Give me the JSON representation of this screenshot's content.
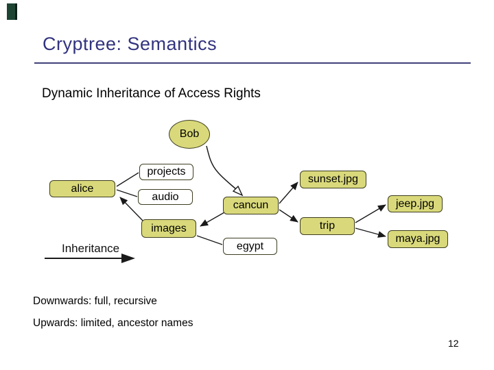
{
  "slide": {
    "title": "Cryptree: Semantics",
    "subtitle": "Dynamic Inheritance of Access Rights",
    "notes": [
      "Downwards: full, recursive",
      "Upwards: limited, ancestor names"
    ],
    "page_number": "12",
    "colors": {
      "title_text": "#32337f",
      "title_rule": "#40407a",
      "node_highlight_fill": "#d9d97b",
      "node_plain_fill": "#ffffff",
      "node_border": "#3d3d20",
      "edge_stroke": "#1a1a1a",
      "corner_tab": "#1e4433"
    }
  },
  "diagram": {
    "legend": {
      "label": "Inheritance"
    },
    "nodes": [
      {
        "id": "bob",
        "label": "Bob",
        "shape": "ellipse",
        "highlighted": true
      },
      {
        "id": "alice",
        "label": "alice",
        "shape": "rect",
        "highlighted": true
      },
      {
        "id": "projects",
        "label": "projects",
        "shape": "rect",
        "highlighted": false
      },
      {
        "id": "audio",
        "label": "audio",
        "shape": "rect",
        "highlighted": false
      },
      {
        "id": "images",
        "label": "images",
        "shape": "rect",
        "highlighted": true
      },
      {
        "id": "cancun",
        "label": "cancun",
        "shape": "rect",
        "highlighted": true
      },
      {
        "id": "egypt",
        "label": "egypt",
        "shape": "rect",
        "highlighted": false
      },
      {
        "id": "sunset",
        "label": "sunset.jpg",
        "shape": "rect",
        "highlighted": true
      },
      {
        "id": "trip",
        "label": "trip",
        "shape": "rect",
        "highlighted": true
      },
      {
        "id": "jeep",
        "label": "jeep.jpg",
        "shape": "rect",
        "highlighted": true
      },
      {
        "id": "maya",
        "label": "maya.jpg",
        "shape": "rect",
        "highlighted": true
      }
    ],
    "edges": [
      {
        "from": "alice",
        "to": "projects",
        "type": "plain"
      },
      {
        "from": "alice",
        "to": "audio",
        "type": "plain"
      },
      {
        "from": "images",
        "to": "alice",
        "type": "filled-arrow"
      },
      {
        "from": "cancun",
        "to": "images",
        "type": "filled-arrow"
      },
      {
        "from": "images",
        "to": "egypt",
        "type": "plain"
      },
      {
        "from": "cancun",
        "to": "sunset",
        "type": "filled-arrow"
      },
      {
        "from": "cancun",
        "to": "trip",
        "type": "filled-arrow"
      },
      {
        "from": "trip",
        "to": "jeep",
        "type": "filled-arrow"
      },
      {
        "from": "trip",
        "to": "maya",
        "type": "filled-arrow"
      },
      {
        "from": "bob",
        "to": "cancun",
        "type": "open-arrow-curve"
      }
    ]
  }
}
